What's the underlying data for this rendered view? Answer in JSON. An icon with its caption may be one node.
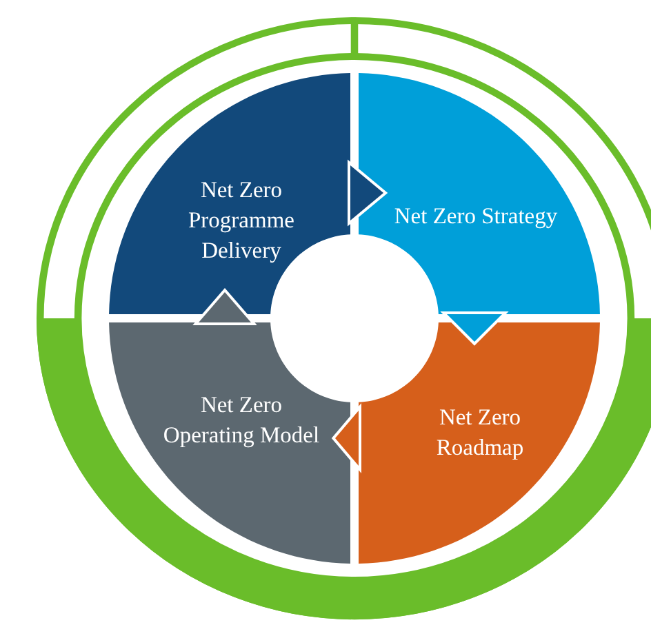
{
  "diagram": {
    "nodes": [
      {
        "text": [
          "Net Zero Programme Delivery"
        ]
      },
      {
        "text": [
          "Net Zero Strategy"
        ]
      },
      {
        "text": [
          "Net Zero Roadmap"
        ]
      },
      {
        "text": [
          "Net Zero Operating Model"
        ]
      }
    ],
    "edges": [
      {
        "from": 0,
        "to": 1,
        "arrow": "to"
      },
      {
        "from": 1,
        "to": 2,
        "arrow": "to"
      },
      {
        "from": 2,
        "to": 3,
        "arrow": "to"
      },
      {
        "from": 3,
        "to": 0,
        "arrow": "to"
      }
    ]
  }
}
